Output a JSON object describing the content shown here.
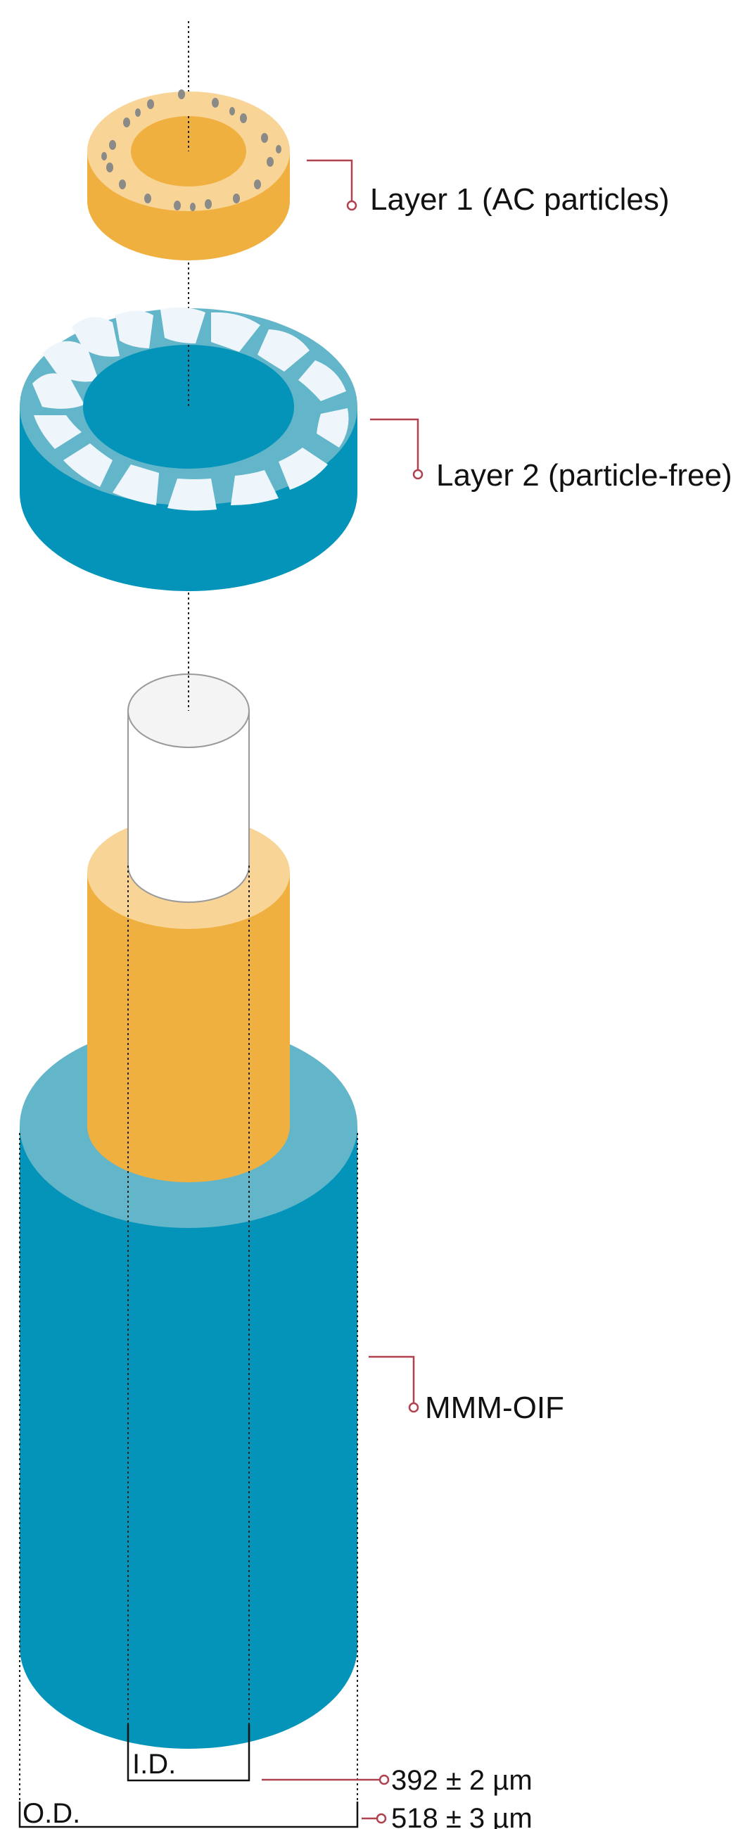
{
  "labels": {
    "layer1": "Layer 1 (AC particles)",
    "layer2": "Layer 2 (particle-free)",
    "fiber": "MMM-OIF"
  },
  "dimensions": {
    "id_label": "I.D.",
    "od_label": "O.D.",
    "id_value": "392 ± 2 µm",
    "od_value": "518 ± 3 µm"
  },
  "colors": {
    "layer1": "#f0b03f",
    "layer1_top": "#f8d597",
    "layer2": "#0493b9",
    "layer2_top": "#63b6c9",
    "leader": "#b0414e"
  }
}
